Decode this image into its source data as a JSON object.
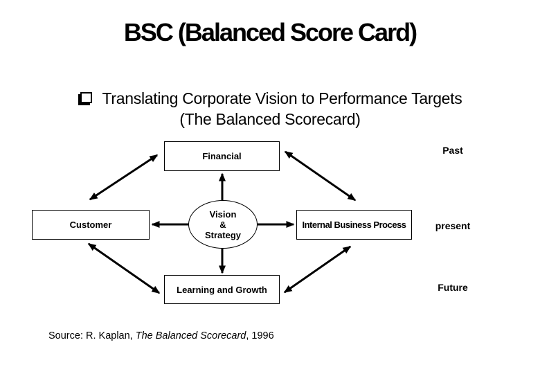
{
  "title": "BSC (Balanced Score Card)",
  "bullet": {
    "icon": "shadowed-square-bullet",
    "line1": "Translating Corporate Vision to Performance Targets",
    "line2": "(The Balanced Scorecard)"
  },
  "diagram": {
    "boxes": {
      "financial": "Financial",
      "customer": "Customer",
      "internal_business_process": "Internal Business Process",
      "learning_and_growth": "Learning and Growth"
    },
    "vision_strategy": {
      "line1": "Vision",
      "line2": "&",
      "line3": "Strategy"
    },
    "timeline": {
      "past": "Past",
      "present": "present",
      "future": "Future"
    },
    "arrows": [
      "vision-to-financial",
      "vision-to-learning",
      "vision-to-customer",
      "vision-to-internal-business-process",
      "customer-financial-bidirectional",
      "financial-internal-business-process-bidirectional",
      "customer-learning-bidirectional",
      "learning-internal-business-process-bidirectional"
    ]
  },
  "source": {
    "prefix": "Source: R. Kaplan, ",
    "book_title": "The Balanced Scorecard",
    "suffix": ", 1996"
  },
  "colors": {
    "background": "#ffffff",
    "foreground": "#000000"
  }
}
